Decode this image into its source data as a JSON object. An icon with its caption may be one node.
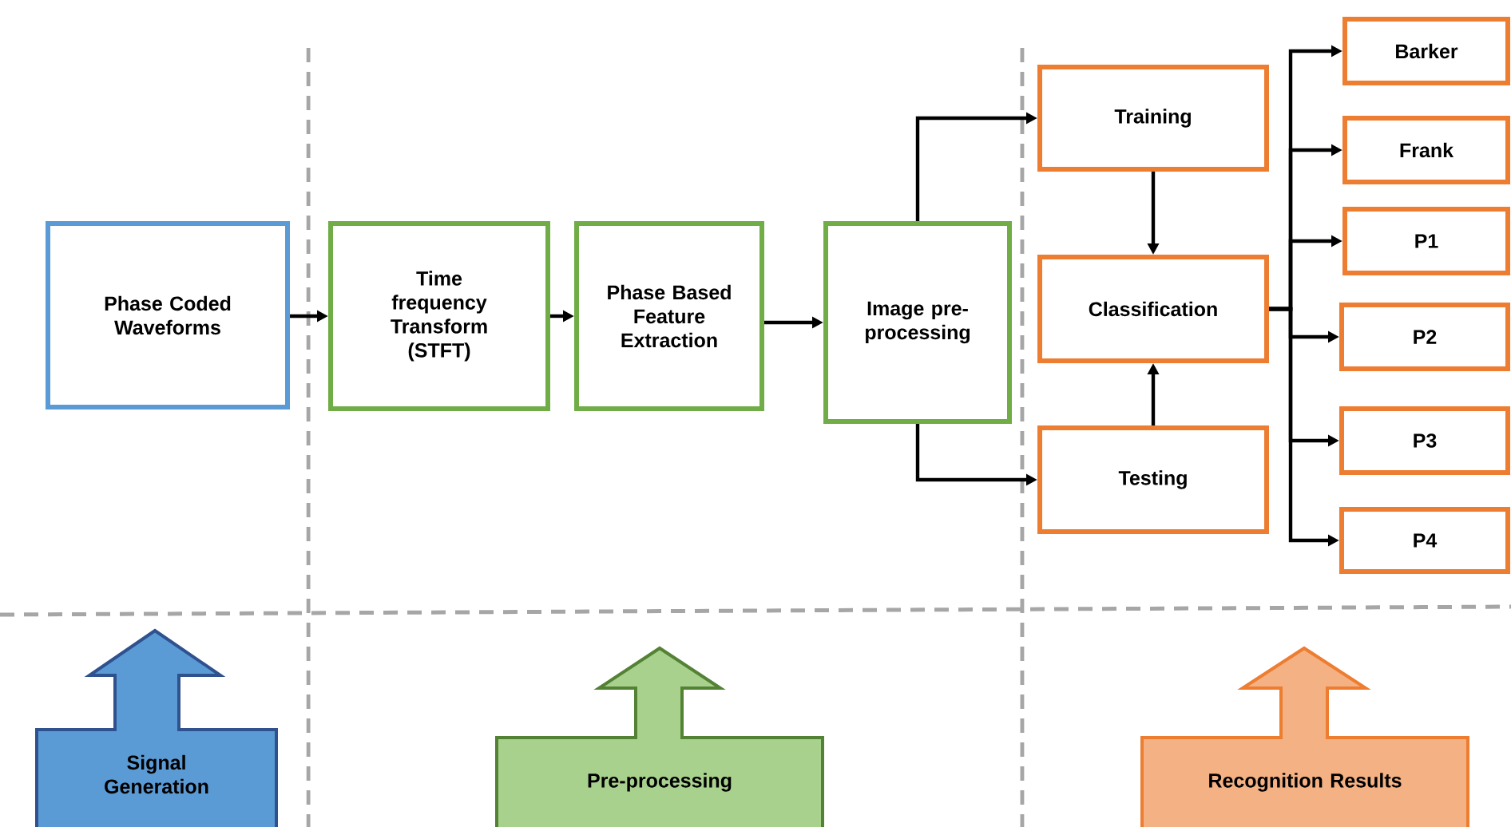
{
  "diagram": {
    "nodes": [
      {
        "text": [
          "Phase Coded Waveforms"
        ]
      },
      {
        "text": [
          "Time frequency Transform (STFT)"
        ]
      },
      {
        "text": [
          "Phase Based Feature Extraction"
        ]
      },
      {
        "text": [
          "Image pre-processing"
        ]
      },
      {
        "text": [
          "Training"
        ]
      },
      {
        "text": [
          "Classification"
        ]
      },
      {
        "text": [
          "Testing"
        ]
      },
      {
        "text": [
          "Barker"
        ]
      },
      {
        "text": [
          "Frank"
        ]
      },
      {
        "text": [
          "P1"
        ]
      },
      {
        "text": [
          "P2"
        ]
      },
      {
        "text": [
          "P3"
        ]
      },
      {
        "text": [
          "P4"
        ]
      },
      {
        "text": [
          "Signal Generation"
        ]
      },
      {
        "text": [
          "Pre-processing"
        ]
      },
      {
        "text": [
          "Recognition Results"
        ]
      }
    ],
    "edges": [
      {
        "from": 0,
        "to": 1,
        "arrow": "to"
      },
      {
        "from": 1,
        "to": 2,
        "arrow": "to"
      },
      {
        "from": 2,
        "to": 3,
        "arrow": "to"
      },
      {
        "from": 3,
        "to": 4,
        "arrow": "to"
      },
      {
        "from": 3,
        "to": 6,
        "arrow": "to"
      },
      {
        "from": 4,
        "to": 5,
        "arrow": "to"
      },
      {
        "from": 6,
        "to": 5,
        "arrow": "to"
      },
      {
        "from": 5,
        "to": 7,
        "arrow": "to"
      },
      {
        "from": 5,
        "to": 8,
        "arrow": "to"
      },
      {
        "from": 5,
        "to": 9,
        "arrow": "to"
      },
      {
        "from": 5,
        "to": 10,
        "arrow": "to"
      },
      {
        "from": 5,
        "to": 11,
        "arrow": "to"
      },
      {
        "from": 5,
        "to": 12,
        "arrow": "to"
      }
    ]
  }
}
